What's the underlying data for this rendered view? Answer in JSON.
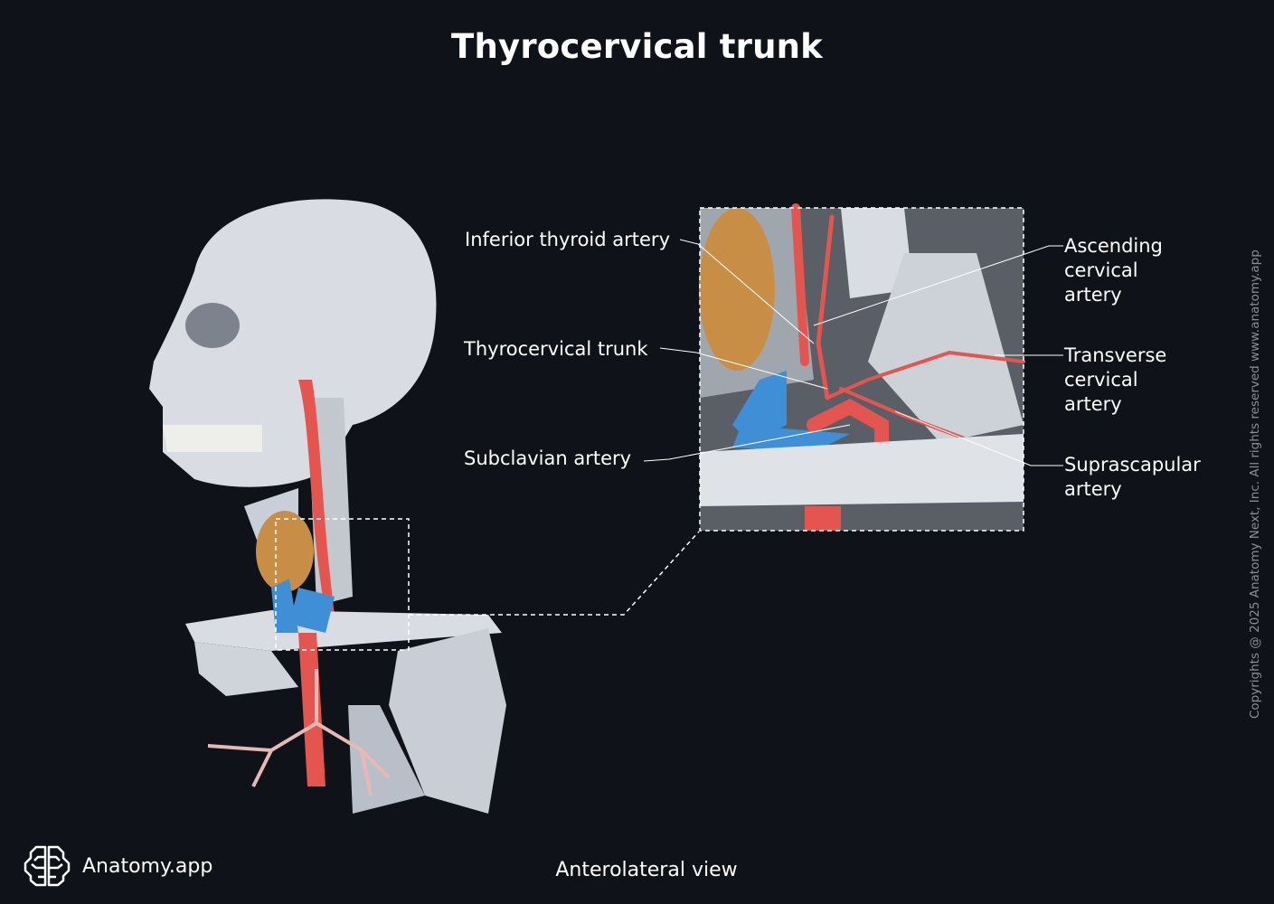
{
  "title": "Thyrocervical trunk",
  "view": "Anterolateral view",
  "labels": {
    "inferior_thyroid": "Inferior thyroid artery",
    "thyrocervical": "Thyrocervical trunk",
    "subclavian": "Subclavian artery",
    "ascending_cervical": [
      "Ascending",
      "cervical",
      "artery"
    ],
    "transverse_cervical": [
      "Transverse",
      "cervical",
      "artery"
    ],
    "suprascapular": [
      "Suprascapular",
      "artery"
    ]
  },
  "brand": {
    "name": "Anatomy.app",
    "icon": "brain-icon"
  },
  "copyright": "Copyrights @ 2025 Anatomy Next, Inc. All rights reserved www.anatomy.app",
  "colors": {
    "background": "#0f1218",
    "bone": "#d9dde3",
    "artery": "#e5554f",
    "vein": "#3f8fd6",
    "thyroid": "#c98e45"
  }
}
